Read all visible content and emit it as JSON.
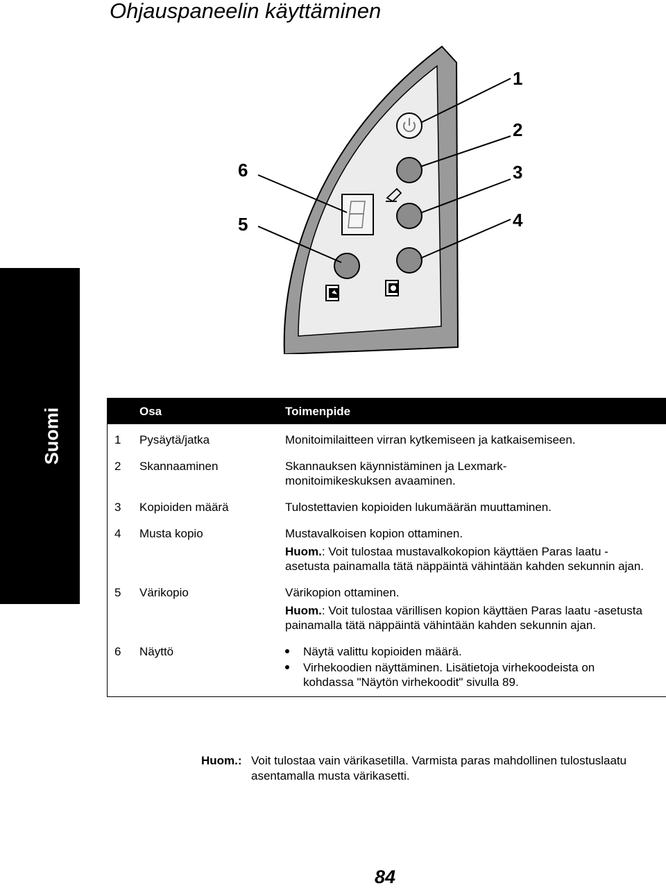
{
  "page": {
    "title": "Ohjauspaneelin käyttäminen",
    "side_tab": "Suomi",
    "page_number": "84"
  },
  "diagram": {
    "callouts": [
      "1",
      "2",
      "3",
      "4",
      "5",
      "6"
    ],
    "colors": {
      "panel_face": "#e9e9e9",
      "panel_edge": "#9a9a9a",
      "button": "#8c8c8c"
    }
  },
  "table": {
    "header": {
      "part": "Osa",
      "action": "Toimenpide"
    },
    "rows": [
      {
        "num": "1",
        "part": "Pysäytä/jatka",
        "action": "Monitoimilaitteen virran kytkemiseen ja katkaisemiseen."
      },
      {
        "num": "2",
        "part": "Skannaaminen",
        "action": "Skannauksen käynnistäminen ja Lexmark-monitoimikeskuksen avaaminen."
      },
      {
        "num": "3",
        "part": "Kopioiden määrä",
        "action": "Tulostettavien kopioiden lukumäärän muuttaminen."
      },
      {
        "num": "4",
        "part": "Musta kopio",
        "action": "Mustavalkoisen kopion ottaminen.",
        "note_label": "Huom.",
        "note_text": ": Voit tulostaa mustavalkokopion käyttäen Paras laatu -asetusta painamalla tätä näppäintä vähintään kahden sekunnin ajan."
      },
      {
        "num": "5",
        "part": "Värikopio",
        "action": "Värikopion ottaminen.",
        "note_label": "Huom.",
        "note_text": ": Voit tulostaa värillisen kopion käyttäen Paras laatu -asetusta painamalla tätä näppäintä vähintään kahden sekunnin ajan."
      },
      {
        "num": "6",
        "part": "Näyttö",
        "bullets": [
          "Näytä valittu kopioiden määrä.",
          "Virhekoodien näyttäminen. Lisätietoja virhekoodeista on kohdassa \"Näytön virhekoodit\" sivulla 89."
        ]
      }
    ]
  },
  "bottom_note": {
    "label": "Huom.:",
    "text": "Voit tulostaa vain värikasetilla. Varmista paras mahdollinen tulostuslaatu asentamalla musta värikasetti."
  }
}
